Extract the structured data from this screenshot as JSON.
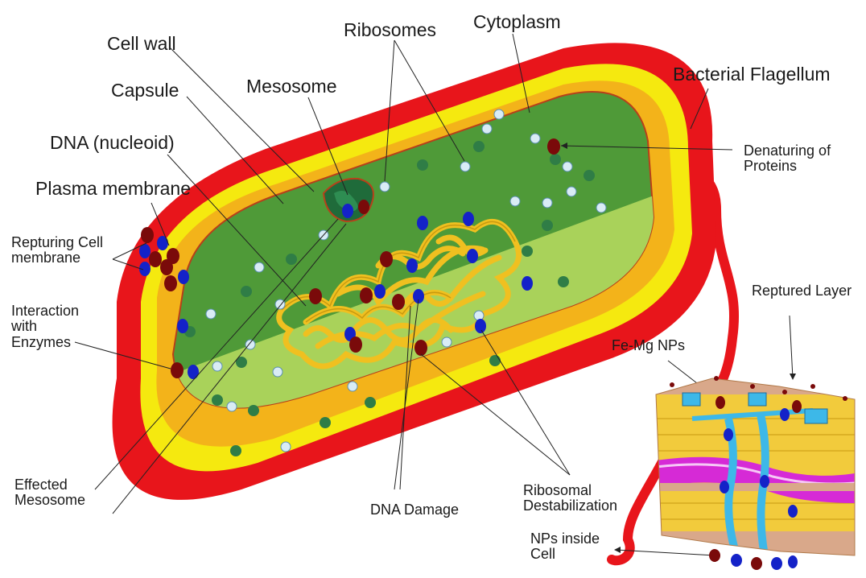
{
  "labels": {
    "cell_wall": "Cell wall",
    "capsule": "Capsule",
    "mesosome": "Mesosome",
    "ribosomes": "Ribosomes",
    "cytoplasm": "Cytoplasm",
    "bacterial_flagellum": "Bacterial Flagellum",
    "dna_nucleoid": "DNA (nucleoid)",
    "plasma_membrane": "Plasma membrane",
    "repturing_cell_membrane": "Repturing Cell\nmembrane",
    "interaction_with_enzymes": "Interaction\nwith\nEnzymes",
    "effected_mesosome": "Effected\nMesosome",
    "dna_damage": "DNA Damage",
    "ribosomal_destabilization": "Ribosomal\nDestabilization",
    "nps_inside_cell": "NPs inside\nCell",
    "denaturing_of_proteins": "Denaturing of\nProteins",
    "reptured_layer": "Reptured Layer",
    "fe_mg_nps": "Fe-Mg NPs"
  },
  "colors": {
    "capsule": "#e8151b",
    "cell_wall": "#f5e90f",
    "membrane_outer": "#f3b31a",
    "cytoplasm_dark": "#4f9a38",
    "cytoplasm_light": "#a9d25a",
    "nucleoid": "#f0c020",
    "ribosome_light": "#d9ecf5",
    "ribosome_dark": "#2f7d46",
    "np_blue": "#1422c8",
    "np_red": "#7a0a0a",
    "mesosome": "#1f6b3a",
    "bilayer_head": "#d9a88a",
    "bilayer_tail": "#f2cb3c",
    "channel": "#3db8e8",
    "pink_layer": "#d62ad6"
  }
}
